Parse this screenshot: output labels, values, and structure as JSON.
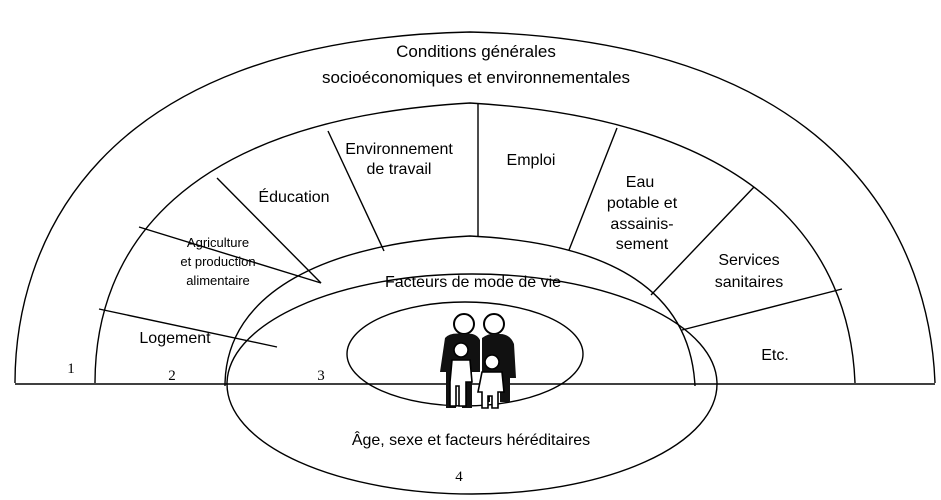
{
  "outer_title": {
    "line1": "Conditions générales",
    "line2": "socioéconomiques et environnementales"
  },
  "sectors": {
    "logement": "Logement",
    "agriculture": [
      "Agriculture",
      "et production",
      "alimentaire"
    ],
    "education": "Éducation",
    "environnement": [
      "Environnement",
      "de travail"
    ],
    "emploi": "Emploi",
    "eau": [
      "Eau",
      "potable et",
      "assainis-",
      "sement"
    ],
    "services": [
      "Services",
      "sanitaires"
    ],
    "etc": "Etc."
  },
  "lifestyle": "Facteurs de mode de vie",
  "core": "Âge, sexe et facteurs héréditaires",
  "layer_numbers": [
    "1",
    "2",
    "3",
    "4"
  ]
}
